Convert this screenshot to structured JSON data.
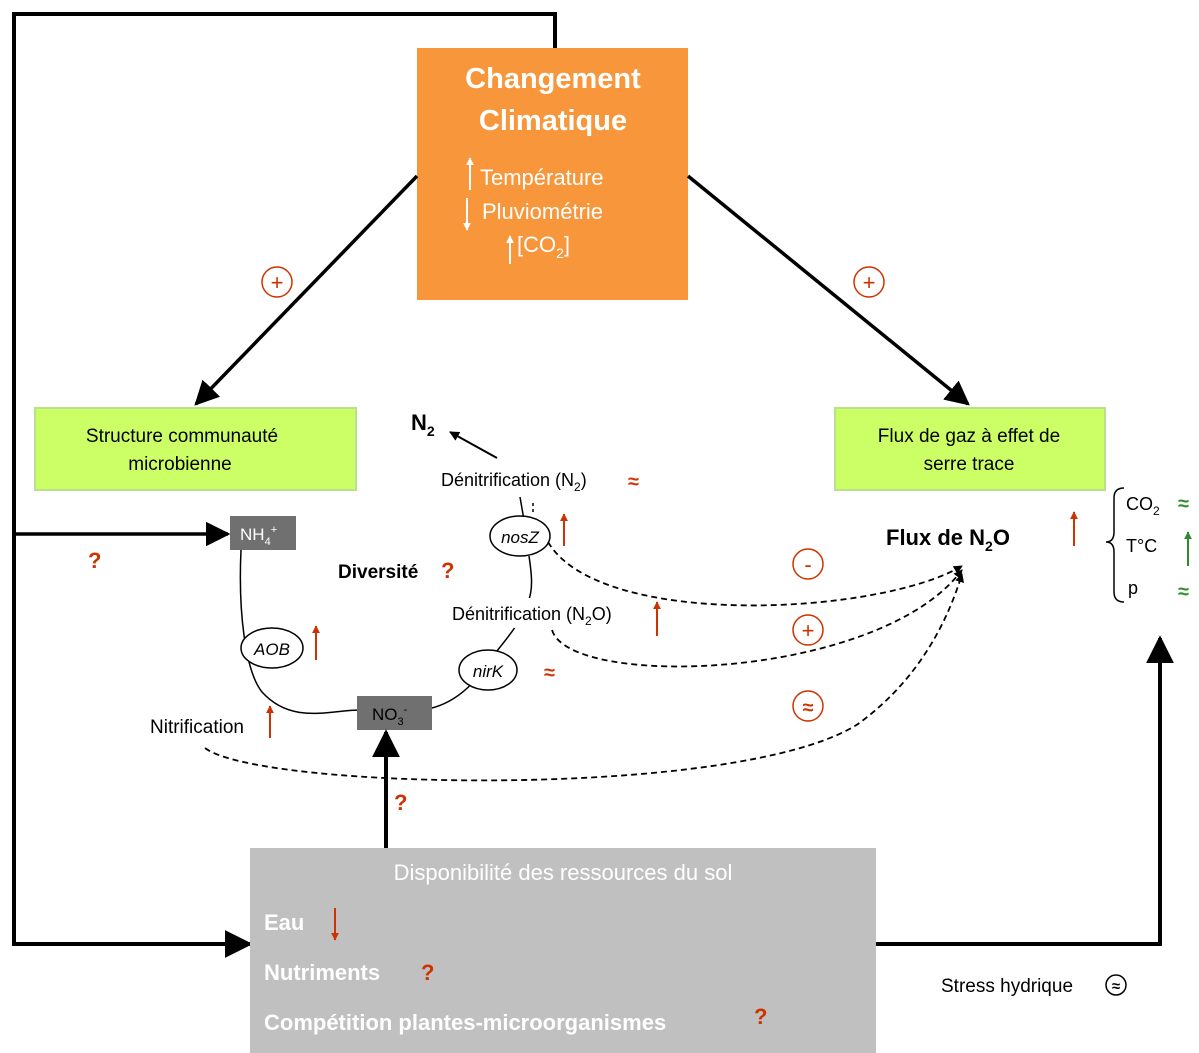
{
  "climate": {
    "title_line1": "Changement",
    "title_line2": "Climatique",
    "temperature": "Température",
    "rainfall": "Pluviométrie",
    "co2_open": "[CO",
    "co2_sub": "2",
    "co2_close": "]"
  },
  "structure_box": {
    "line1": "Structure communauté",
    "line2": "microbienne"
  },
  "flux_box": {
    "line1": "Flux de gaz à effet de",
    "line2": "serre trace"
  },
  "plus_sign": "+",
  "minus_sign": "-",
  "approx_sign": "≈",
  "question": "?",
  "n2": {
    "main": "N",
    "sub": "2"
  },
  "denit_n2": {
    "main": "Dénitrification (N",
    "sub": "2",
    "close": ")",
    "effect": "≈"
  },
  "denit_n2o": {
    "main": "Dénitrification (N",
    "sub": "2",
    "mid": "O)"
  },
  "genes": {
    "nosz": "nosZ",
    "nirk": "nirK",
    "aob": "AOB"
  },
  "nh4": {
    "main": "NH",
    "sub": "4",
    "sup": "+"
  },
  "no3": {
    "main": "NO",
    "sub": "3",
    "sup": "-"
  },
  "diversity": "Diversité",
  "nitrification": "Nitrification",
  "n2o_flux": {
    "main": "Flux de N",
    "sub": "2",
    "end": "O"
  },
  "ghg_list": [
    {
      "main": "CO",
      "sub": "2",
      "effect": "≈"
    },
    {
      "main": "T°C",
      "sub": "",
      "effect": "↑"
    },
    {
      "main": "p",
      "sub": "",
      "effect": "≈"
    }
  ],
  "soil": {
    "title": "Disponibilité des ressources du sol",
    "water": "Eau",
    "nutrients": "Nutriments",
    "competition": "Compétition plantes-microorganismes"
  },
  "water_stress": "Stress hydrique",
  "colors": {
    "orange_box": "#F7963A",
    "green_box": "#CCFF66",
    "green_border": "#B9E08A",
    "gray_box": "#C0C0C0",
    "dark_gray": "#707070",
    "red": "#CC3300",
    "green_arrow": "#2E8B2E"
  }
}
